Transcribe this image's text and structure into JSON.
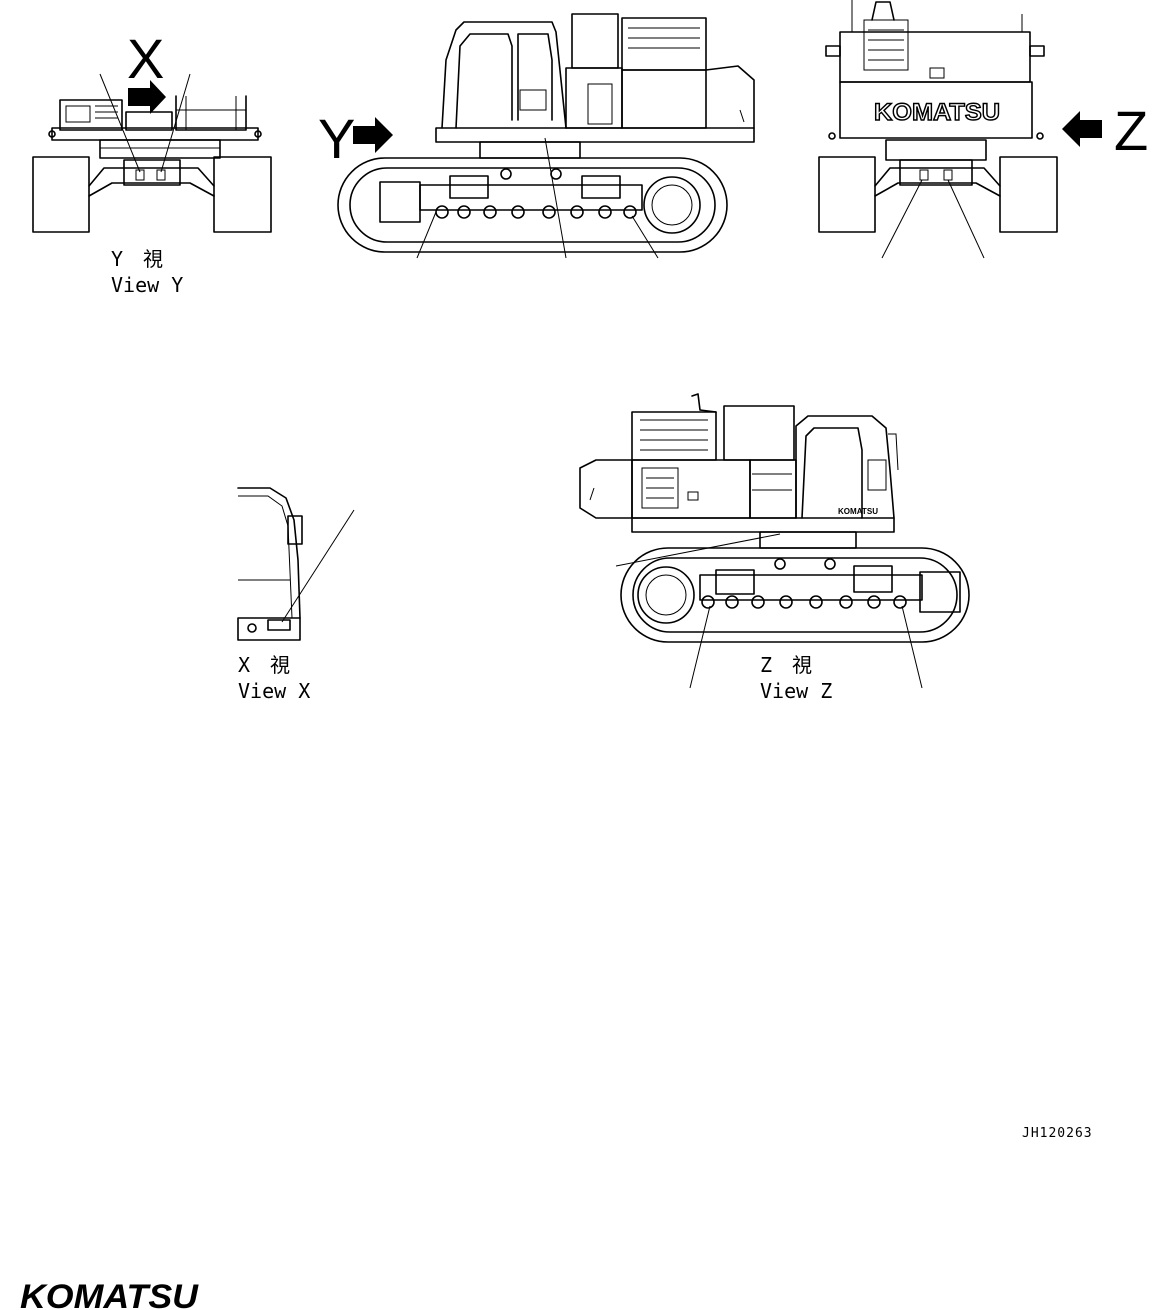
{
  "views": {
    "y": {
      "ja": "Y　視",
      "en": "View Y"
    },
    "x": {
      "ja": "X　視",
      "en": "View X"
    },
    "z": {
      "ja": "Z　視",
      "en": "View Z"
    }
  },
  "arrows": {
    "x": "X",
    "y": "Y",
    "z": "Z"
  },
  "machine_brand": "KOMATSU",
  "drawing_code": "JH120263",
  "footer_brand": "KOMATSU",
  "colors": {
    "line": "#000000",
    "paper": "#ffffff"
  }
}
